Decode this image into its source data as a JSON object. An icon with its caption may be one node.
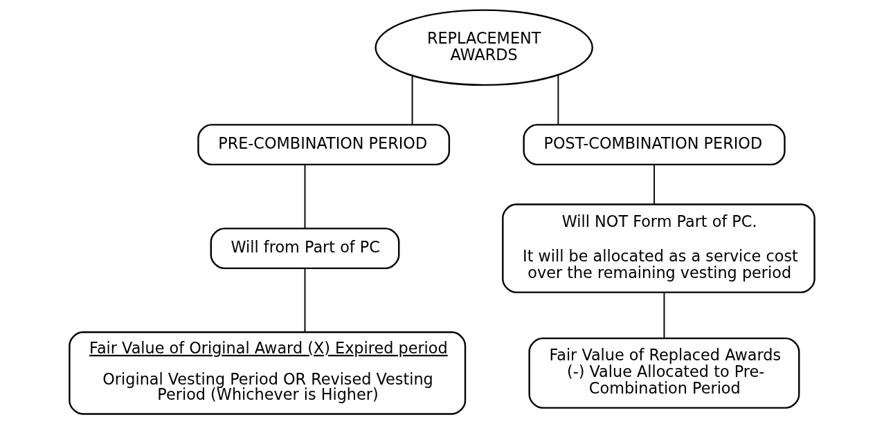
{
  "diagram": {
    "nodes": [
      {
        "text": [
          "REPLACEMENT AWARDS"
        ]
      },
      {
        "text": [
          "PRE-COMBINATION PERIOD"
        ]
      },
      {
        "text": [
          "POST-COMBINATION PERIOD"
        ]
      },
      {
        "text": [
          "Will from Part of PC"
        ]
      },
      {
        "text": [
          "Fair Value of Original Award (X) Expired period",
          "Original Vesting Period OR Revised Vesting Period (Whichever is Higher)"
        ]
      },
      {
        "text": [
          "Will NOT Form Part of PC.",
          "It will be allocated as a service cost over the remaining vesting period"
        ]
      },
      {
        "text": [
          "Fair Value of Replaced Awards (-) Value Allocated to Pre-Combination Period"
        ]
      }
    ],
    "edges": [
      {
        "from": 0,
        "to": 1,
        "arrow": "none"
      },
      {
        "from": 0,
        "to": 2,
        "arrow": "none"
      },
      {
        "from": 1,
        "to": 3,
        "arrow": "none"
      },
      {
        "from": 3,
        "to": 4,
        "arrow": "none"
      },
      {
        "from": 2,
        "to": 5,
        "arrow": "none"
      },
      {
        "from": 5,
        "to": 6,
        "arrow": "none"
      }
    ]
  }
}
